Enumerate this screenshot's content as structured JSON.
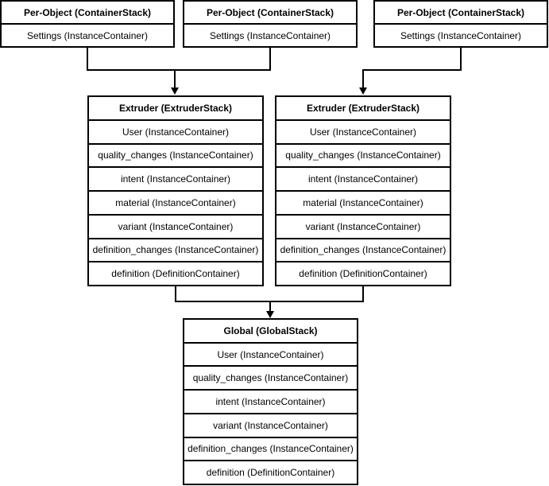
{
  "colors": {
    "background": "#ffffff",
    "node_fill": "#ffffff",
    "line": "#000000",
    "text": "#000000"
  },
  "nodes": [
    {
      "id": "per-object-1",
      "title": "Per-Object (ContainerStack)",
      "rows": [
        "Settings (InstanceContainer)"
      ]
    },
    {
      "id": "per-object-2",
      "title": "Per-Object (ContainerStack)",
      "rows": [
        "Settings (InstanceContainer)"
      ]
    },
    {
      "id": "per-object-3",
      "title": "Per-Object (ContainerStack)",
      "rows": [
        "Settings (InstanceContainer)"
      ]
    },
    {
      "id": "extruder-1",
      "title": "Extruder (ExtruderStack)",
      "rows": [
        "User (InstanceContainer)",
        "quality_changes (InstanceContainer)",
        "intent (InstanceContainer)",
        "material (InstanceContainer)",
        "variant (InstanceContainer)",
        "definition_changes (InstanceContainer)",
        "definition (DefinitionContainer)"
      ]
    },
    {
      "id": "extruder-2",
      "title": "Extruder (ExtruderStack)",
      "rows": [
        "User (InstanceContainer)",
        "quality_changes (InstanceContainer)",
        "intent (InstanceContainer)",
        "material (InstanceContainer)",
        "variant (InstanceContainer)",
        "definition_changes (InstanceContainer)",
        "definition (DefinitionContainer)"
      ]
    },
    {
      "id": "global",
      "title": "Global (GlobalStack)",
      "rows": [
        "User (InstanceContainer)",
        "quality_changes (InstanceContainer)",
        "intent (InstanceContainer)",
        "variant (InstanceContainer)",
        "definition_changes (InstanceContainer)",
        "definition (DefinitionContainer)"
      ]
    }
  ],
  "edges": [
    {
      "from": "per-object-1",
      "to": "extruder-1"
    },
    {
      "from": "per-object-2",
      "to": "extruder-1"
    },
    {
      "from": "per-object-3",
      "to": "extruder-2"
    },
    {
      "from": "extruder-1",
      "to": "global"
    },
    {
      "from": "extruder-2",
      "to": "global"
    }
  ]
}
